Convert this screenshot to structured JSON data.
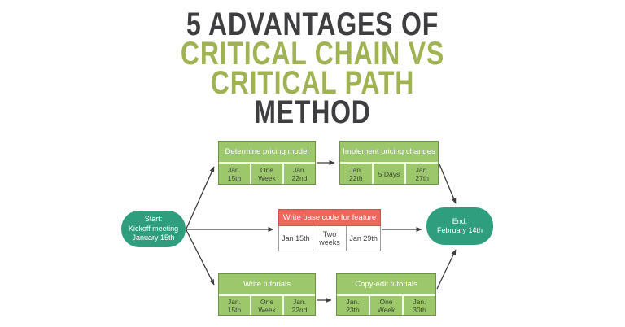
{
  "title": {
    "lines": [
      {
        "text": "5 ADVANTAGES OF"
      },
      {
        "text": "CRITICAL CHAIN VS"
      },
      {
        "text": "CRITICAL PATH"
      },
      {
        "text": "METHOD"
      }
    ]
  },
  "colors": {
    "title_dark": "#3e3e40",
    "title_green": "#9fb353",
    "task_green": "#9cc76a",
    "task_red": "#ec685d",
    "node_teal": "#2f9e7e"
  },
  "diagram": {
    "start_node": {
      "line1": "Start:",
      "line2": "Kickoff meeting",
      "line3": "January 15th"
    },
    "end_node": {
      "line1": "End:",
      "line2": "February 14th"
    },
    "tasks": [
      {
        "title": "Determine pricing model",
        "start": "Jan.\n15th",
        "duration": "One\nWeek",
        "end": "Jan.\n22nd"
      },
      {
        "title": "Implement pricing changes",
        "start": "Jan.\n22th",
        "duration": "5 Days",
        "end": "Jan.\n27th"
      },
      {
        "title": "Write base code for feature",
        "start": "Jan 15th",
        "duration": "Two\nweeks",
        "end": "Jan 29th"
      },
      {
        "title": "Write tutorials",
        "start": "Jan.\n15th",
        "duration": "One\nWeek",
        "end": "Jan.\n22nd"
      },
      {
        "title": "Copy-edit tutorials",
        "start": "Jan.\n23th",
        "duration": "One\nWeek",
        "end": "Jan.\n30th"
      }
    ]
  }
}
